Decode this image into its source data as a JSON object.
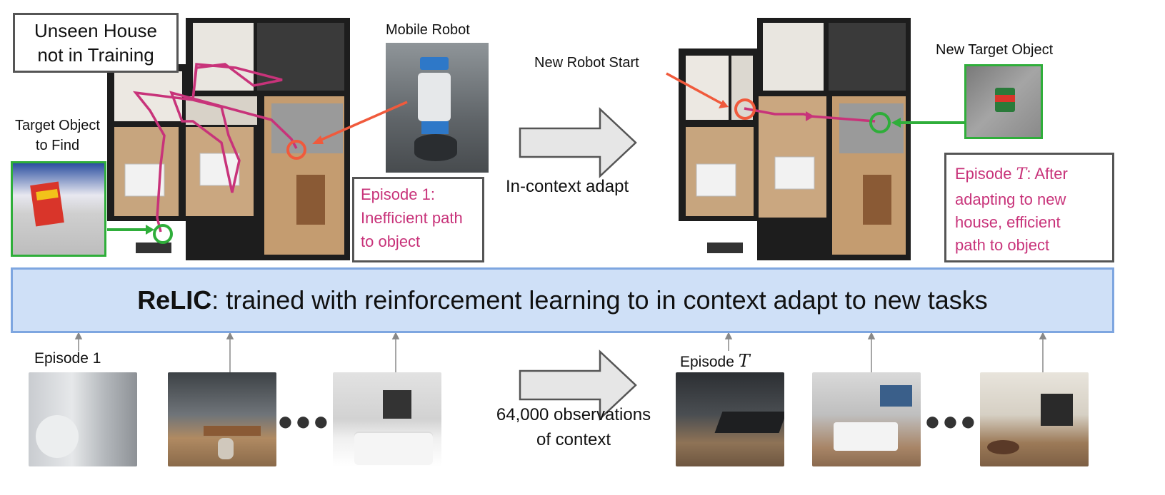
{
  "labels": {
    "unseen_house": [
      "Unseen House",
      "not in Training"
    ],
    "mobile_robot": "Mobile Robot",
    "target_object": [
      "Target Object",
      "to Find"
    ],
    "episode1_note": [
      "Episode 1:",
      "Inefficient path",
      "to object"
    ],
    "in_context_adapt": "In-context adapt",
    "new_robot_start": "New Robot Start",
    "new_target_object": "New Target Object",
    "episodeT_prefix": "Episode ",
    "episodeT_var": "T",
    "episodeT_note_rest": ": After",
    "episodeT_note_lines": [
      "adapting to new",
      "house, efficient",
      "path to object"
    ],
    "banner_bold": "ReLIC",
    "banner_rest": ": trained with reinforcement learning to in context adapt to new tasks",
    "episode1_bottom": "Episode 1",
    "episodeT_bottom_prefix": "Episode ",
    "episodeT_bottom_var": "T",
    "observations": [
      "64,000 observations",
      "of context"
    ],
    "ellipsis": "●●●"
  },
  "colors": {
    "banner_fill": "#cfe0f7",
    "banner_border": "#7ea6e0",
    "path": "#c8337a",
    "start_marker": "#f05a3c",
    "target_marker": "#2fae3a",
    "arrow_fill": "#e6e6e6",
    "arrow_stroke": "#555555"
  }
}
